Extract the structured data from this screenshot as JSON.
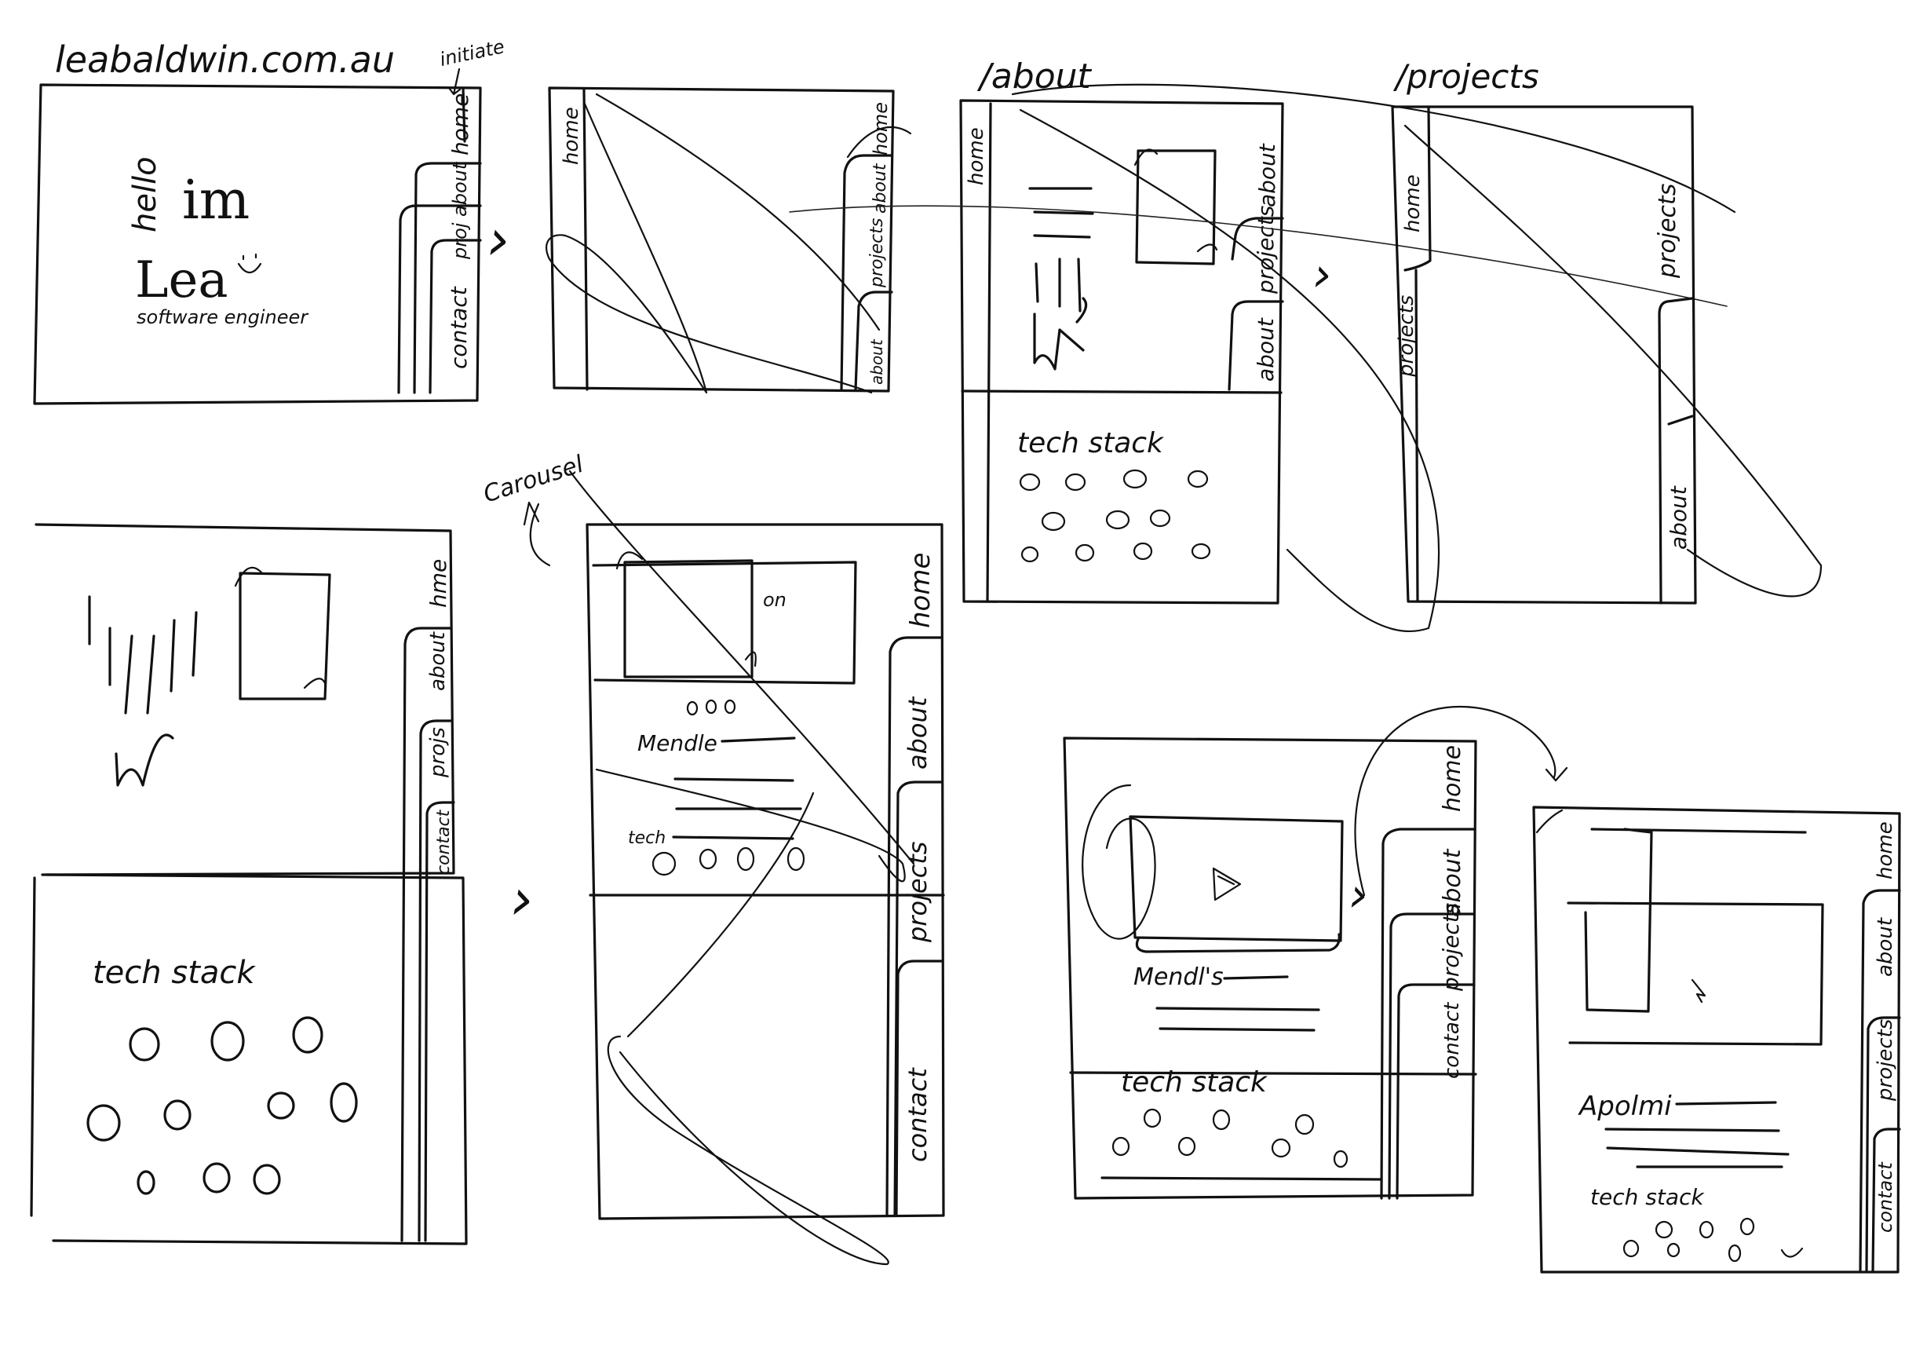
{
  "domain_hint": "hand-drawn website wireframe sketches",
  "top": {
    "url": "leabaldwin.com.au",
    "initiate": "initiate",
    "about_route": "/about",
    "projects_route": "/projects"
  },
  "frame1": {
    "hello": "hello",
    "im": "im",
    "name": "Lea",
    "smiley": "̮̈",
    "role": "software engineer",
    "tab_home": "home",
    "tab_about": "about",
    "tab_proj": "proj",
    "tab_contact": "contact"
  },
  "frame2": {
    "tab_home_left": "home",
    "tab_home": "home",
    "tab_about": "about",
    "tab_projects": "projects",
    "tab_about2": "about"
  },
  "frame3": {
    "tab_home": "home",
    "tab_about": "about",
    "tab_projects": "projects",
    "tab_about2": "about",
    "tech_stack": "tech stack"
  },
  "frame4": {
    "tab_home": "home",
    "tab_projects": "projects",
    "tab_projects2": "projects",
    "tab_about": "about"
  },
  "frame5": {
    "tab_home": "hme",
    "tab_about": "about",
    "tab_proj": "projs",
    "tab_contact": "contact",
    "tech_stack": "tech stack"
  },
  "frame6": {
    "carousel": "Carousel",
    "on": "on",
    "project_name": "Mendle",
    "tech": "tech",
    "tab_home": "home",
    "tab_about": "about",
    "tab_projects": "projects",
    "tab_contact": "contact"
  },
  "frame7": {
    "project_name": "Mendl's",
    "tech_stack": "tech stack",
    "tab_home": "home",
    "tab_about": "about",
    "tab_projects": "projects",
    "tab_contact": "contact"
  },
  "frame8": {
    "project_name": "Apolmi",
    "tech_stack": "tech stack",
    "tab_home": "home",
    "tab_about": "about",
    "tab_projects": "projects",
    "tab_contact": "contact"
  },
  "arrows": [
    "›",
    "›",
    "›",
    "›"
  ]
}
